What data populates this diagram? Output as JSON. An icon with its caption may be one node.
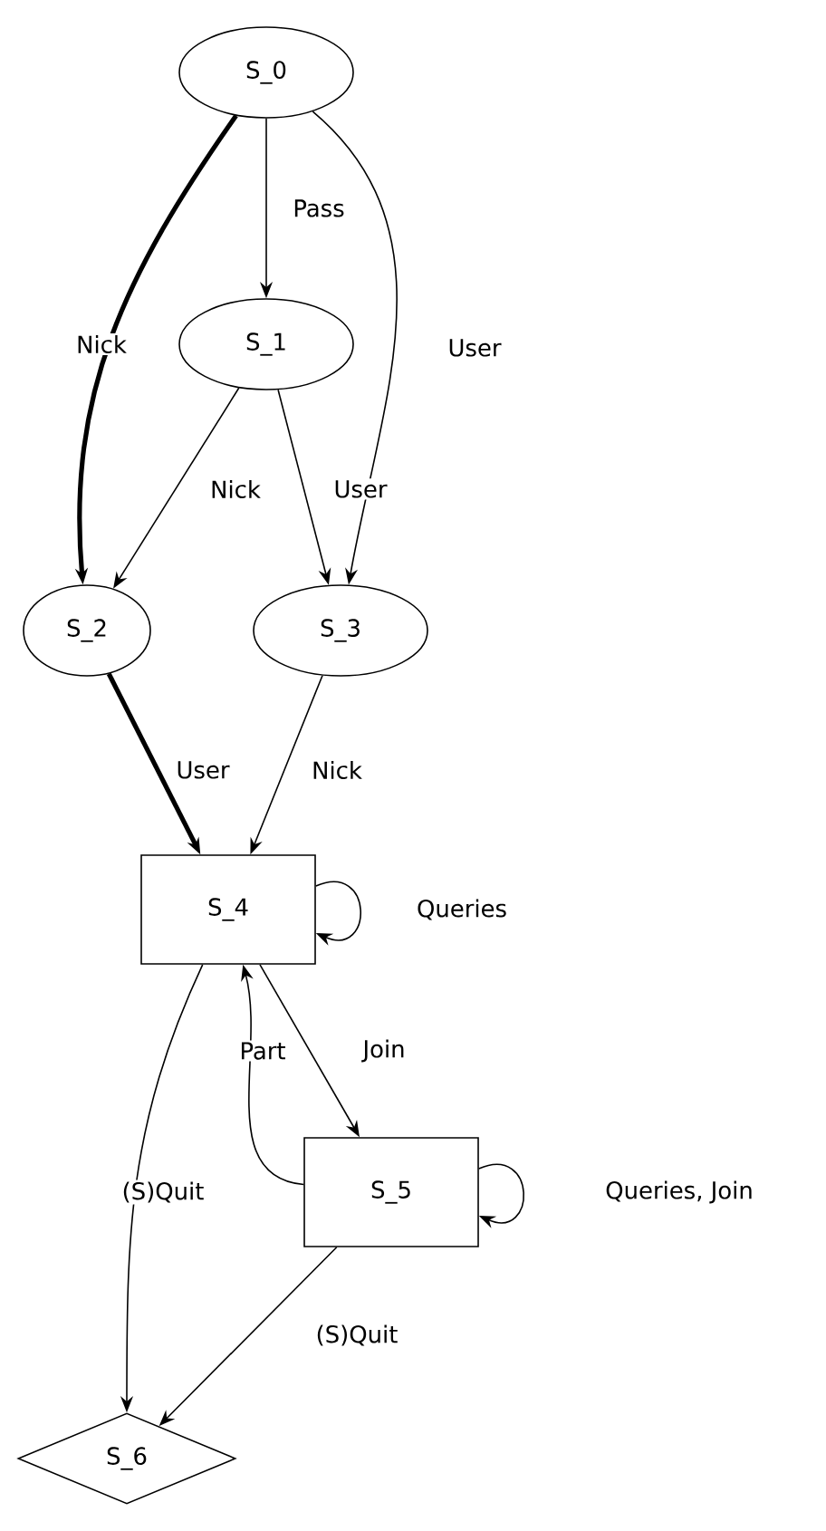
{
  "diagram": {
    "nodes": [
      {
        "text": [
          "S_0"
        ]
      },
      {
        "text": [
          "S_1"
        ]
      },
      {
        "text": [
          "S_2"
        ]
      },
      {
        "text": [
          "S_3"
        ]
      },
      {
        "text": [
          "S_4"
        ]
      },
      {
        "text": [
          "S_5"
        ]
      },
      {
        "text": [
          "S_6"
        ]
      }
    ],
    "edges": [
      {
        "from": 0,
        "to": 1,
        "arrow": "to",
        "label": "Pass"
      },
      {
        "from": 0,
        "to": 2,
        "arrow": "to",
        "label": "Nick",
        "style": "thick"
      },
      {
        "from": 0,
        "to": 3,
        "arrow": "to",
        "label": "User"
      },
      {
        "from": 1,
        "to": 2,
        "arrow": "to",
        "label": "Nick"
      },
      {
        "from": 1,
        "to": 3,
        "arrow": "to",
        "label": "User"
      },
      {
        "from": 2,
        "to": 4,
        "arrow": "to",
        "label": "User",
        "style": "thick"
      },
      {
        "from": 3,
        "to": 4,
        "arrow": "to",
        "label": "Nick"
      },
      {
        "from": 4,
        "to": 4,
        "arrow": "to",
        "label": "Queries"
      },
      {
        "from": 4,
        "to": 5,
        "arrow": "to",
        "label": "Join"
      },
      {
        "from": 5,
        "to": 4,
        "arrow": "to",
        "label": "Part"
      },
      {
        "from": 4,
        "to": 6,
        "arrow": "to",
        "label": "(S)Quit"
      },
      {
        "from": 5,
        "to": 5,
        "arrow": "to",
        "label": "Queries, Join"
      },
      {
        "from": 5,
        "to": 6,
        "arrow": "to",
        "label": "(S)Quit"
      }
    ]
  }
}
